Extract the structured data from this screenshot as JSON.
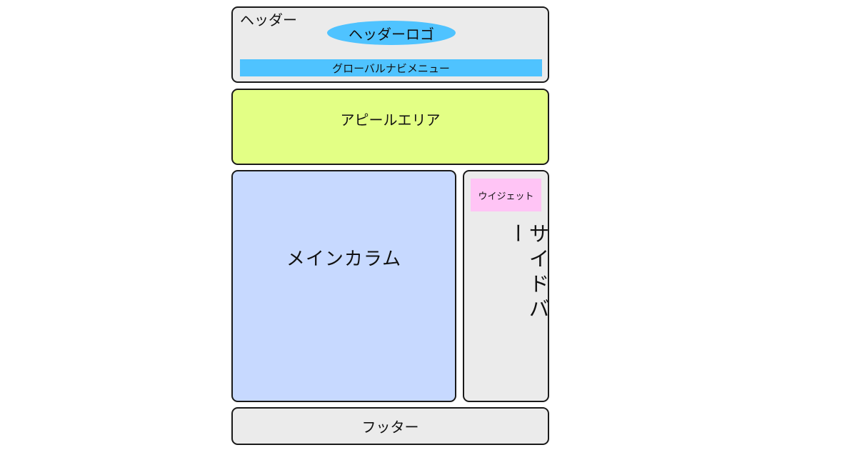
{
  "diagram": {
    "header": {
      "label": "ヘッダー",
      "fill": "#ebebeb"
    },
    "header_logo": {
      "label": "ヘッダーロゴ",
      "fill": "#4fc3ff"
    },
    "global_nav": {
      "label": "グローバルナビメニュー",
      "fill": "#4fc3ff"
    },
    "appeal_area": {
      "label": "アピールエリア",
      "fill": "#e3ff85"
    },
    "main_column": {
      "label": "メインカラム",
      "fill": "#c7d9ff"
    },
    "sidebar": {
      "label": "サイドバー",
      "fill": "#ebebeb"
    },
    "widget": {
      "label": "ウイジェット",
      "fill": "#ffc4f5"
    },
    "footer": {
      "label": "フッター",
      "fill": "#ebebeb"
    },
    "outline_color": "#1a1a1a"
  }
}
